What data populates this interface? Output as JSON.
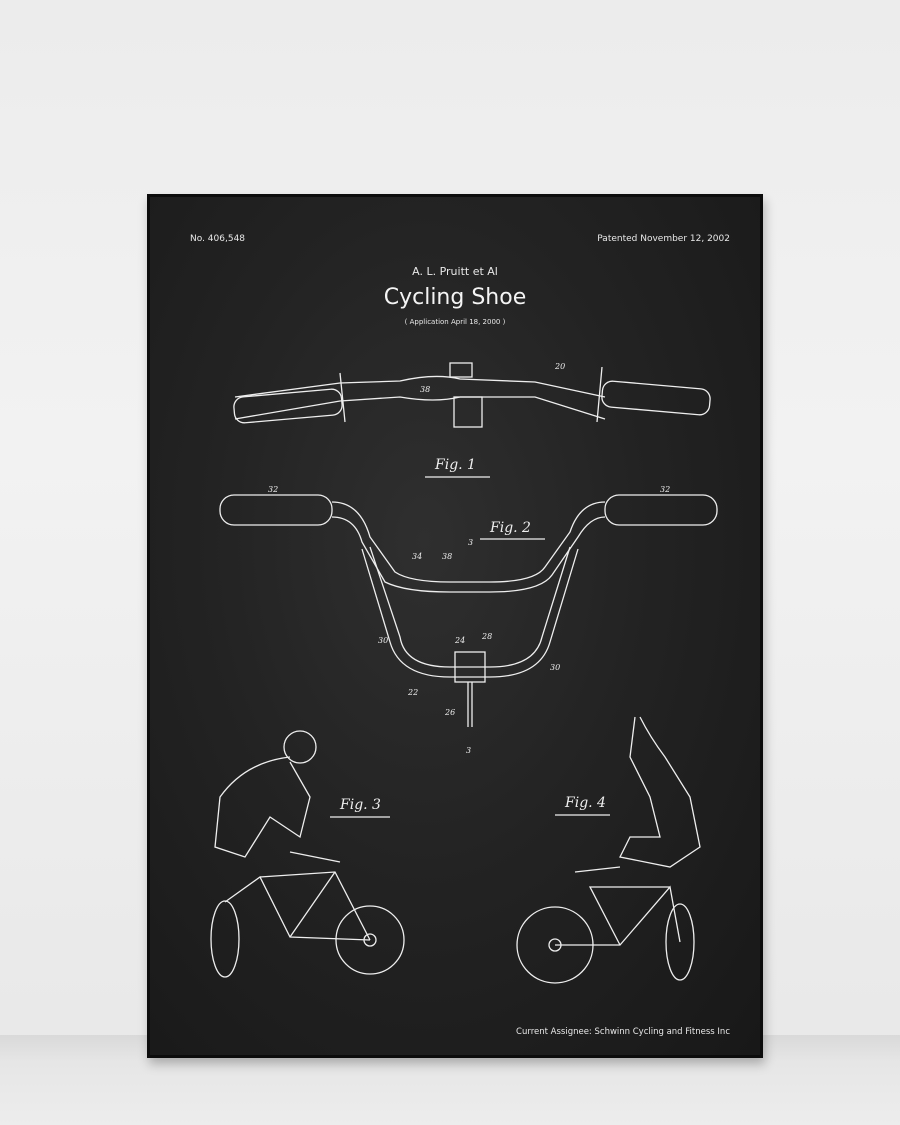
{
  "poster": {
    "patent_number": "No. 406,548",
    "patent_date": "Patented November 12, 2002",
    "author": "A. L. Pruitt et Al",
    "title": "Cycling Shoe",
    "application": "( Application April 18, 2000 )",
    "assignee": "Current Assignee: Schwinn Cycling and Fitness Inc",
    "figures": [
      "Fig. 1",
      "Fig. 2",
      "Fig. 3",
      "Fig. 4"
    ],
    "reference_numbers": [
      "20",
      "38",
      "32",
      "32",
      "34",
      "38",
      "3",
      "30",
      "24",
      "28",
      "30",
      "22",
      "26",
      "3"
    ],
    "line_color": "#eeeeee",
    "board_color": "#232323"
  }
}
